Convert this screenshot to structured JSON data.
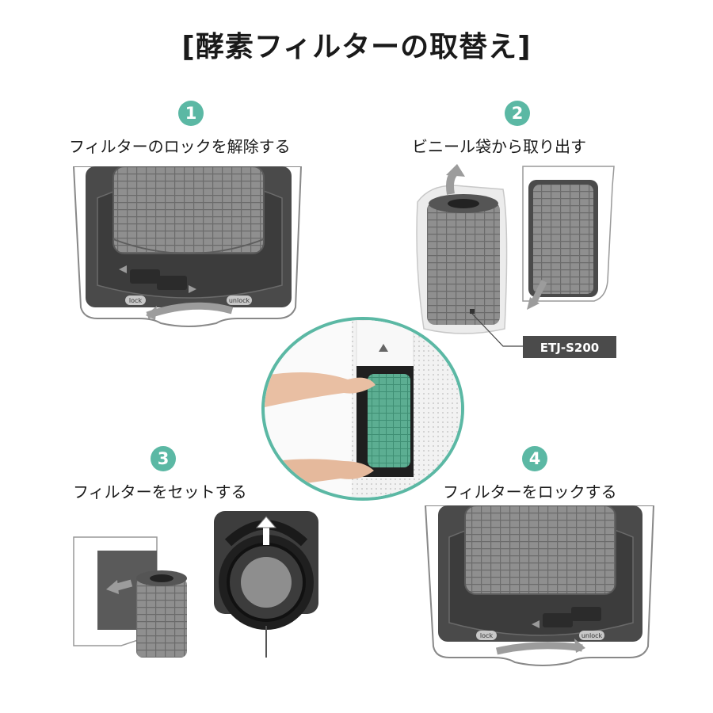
{
  "title": "[酵素フィルターの取替え]",
  "accent_color": "#5bb8a4",
  "steps": [
    {
      "number": "1",
      "label": "フィルターのロックを解除する"
    },
    {
      "number": "2",
      "label": "ビニール袋から取り出す"
    },
    {
      "number": "3",
      "label": "フィルターをセットする"
    },
    {
      "number": "4",
      "label": "フィルターをロックする"
    }
  ],
  "illustrations": {
    "lock_label": "lock",
    "unlock_label": "unlock",
    "model_label": "ETJ-S200"
  }
}
